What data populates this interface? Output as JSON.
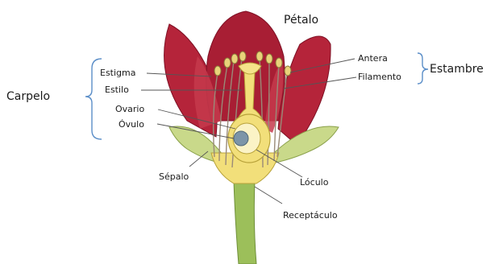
{
  "labels": {
    "petalo": "Pétalo",
    "antera": "Antera",
    "filamento": "Filamento",
    "estambre": "Estambre",
    "carpelo": "Carpelo",
    "estigma": "Estigma",
    "estilo": "Estilo",
    "ovario": "Ovario",
    "ovulo": "Óvulo",
    "sepalo": "Sépalo",
    "loculo": "Lóculo",
    "receptaculo": "Receptáculo"
  },
  "colors": {
    "petal": "#b5243a",
    "petal_dark": "#7e1024",
    "pistil": "#f2df7a",
    "pistil_edge": "#b8a23a",
    "sepal": "#c9d98a",
    "stem": "#9cbf5a",
    "ovule": "#7c95a8"
  }
}
